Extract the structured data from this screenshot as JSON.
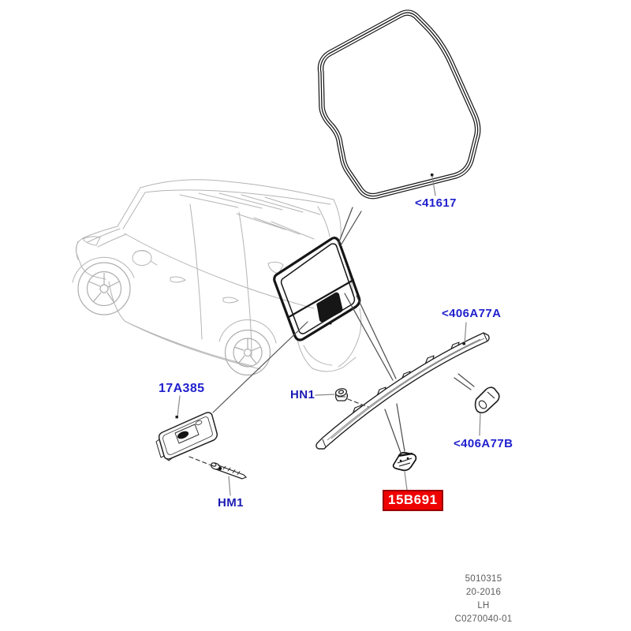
{
  "labels": {
    "seal": "<41617",
    "trim_a": "<406A77A",
    "trim_b": "<406A77B",
    "applique": "17A385",
    "nut": "HN1",
    "screw": "HM1",
    "highlight": "15B691"
  },
  "footer": {
    "line1": "5010315",
    "line2": "20-2016",
    "line3": "LH",
    "line4": "C0270040-01"
  },
  "colors": {
    "label_blue": "#1f1fce",
    "fastener_blue": "#1b1bb4",
    "highlight_bg": "#ee0202",
    "highlight_border": "#990000",
    "highlight_text": "#ffffff",
    "footer_text": "#5c5c5c",
    "sketch_gray": "#b4b4b4",
    "line_dark": "#1c1c1c"
  }
}
